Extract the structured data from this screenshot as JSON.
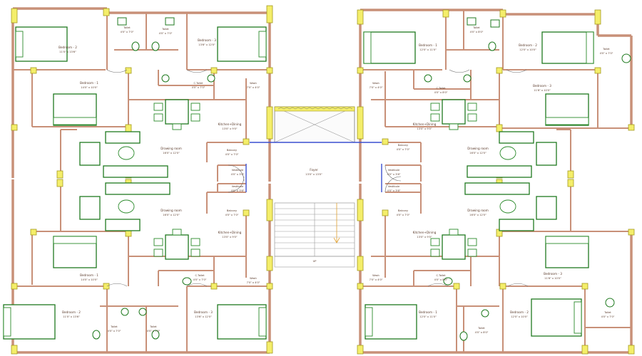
{
  "title": "",
  "rooms": {
    "tl_bed2": {
      "name": "Bedroom - 2",
      "size": "11'0\" x 13'6\""
    },
    "tl_bed3": {
      "name": "Bedroom - 3",
      "size": "13'6\" x 12'0\""
    },
    "tl_toilet1": {
      "name": "Toilet",
      "size": "4'0\" x 7'0\""
    },
    "tl_toilet2": {
      "name": "Toilet",
      "size": "4'0\" x 7'0\""
    },
    "tl_bed1": {
      "name": "Bedroom - 1",
      "size": "14'0\" x 10'0\""
    },
    "tl_ctoilet": {
      "name": "C.Toilet",
      "size": "4'0\" x 7'0\""
    },
    "tl_wash": {
      "name": "Wash",
      "size": "7'0\" x 4'0\""
    },
    "tl_kitchen": {
      "name": "Kitchen+Dining",
      "size": "13'0\" x 9'0\""
    },
    "tl_drawing": {
      "name": "Drawing room",
      "size": "16'0\" x 12'0\""
    },
    "tl_balcony": {
      "name": "Balcony",
      "size": "4'0\" x 7'0\""
    },
    "tl_vestibule": {
      "name": "Vestibule",
      "size": "4'0\" x 3'6\""
    },
    "tr_bed1": {
      "name": "Bedroom - 1",
      "size": "12'0\" x 11'0\""
    },
    "tr_toilet": {
      "name": "Toilet",
      "size": "4'0\" x 8'0\""
    },
    "tr_bed2": {
      "name": "Bedroom - 2",
      "size": "12'0\" x 10'0\""
    },
    "tr_toilet2": {
      "name": "Toilet",
      "size": "4'0\" x 7'0\""
    },
    "tr_wash": {
      "name": "Wash",
      "size": "7'0\" x 4'0\""
    },
    "tr_ctoilet": {
      "name": "C.Toilet",
      "size": "4'0\" x 8'0\""
    },
    "tr_bed3": {
      "name": "Bedroom - 3",
      "size": "11'6\" x 10'0\""
    },
    "tr_kitchen": {
      "name": "Kitchen+Dining",
      "size": "13'0\" x 9'0\""
    },
    "tr_drawing": {
      "name": "Drawing room",
      "size": "16'0\" x 12'0\""
    },
    "tr_balcony": {
      "name": "Balcony",
      "size": "4'0\" x 7'0\""
    },
    "tr_vestibule": {
      "name": "Vestibule",
      "size": "4'0\" x 3'6\""
    },
    "foyer": {
      "name": "Foyer",
      "size": "13'0\" x 13'0\""
    },
    "bl_vestibule": {
      "name": "Vestibule",
      "size": "4'0\" x 3'6\""
    },
    "bl_balcony": {
      "name": "Balcony",
      "size": "4'0\" x 7'0\""
    },
    "bl_drawing": {
      "name": "Drawing room",
      "size": "16'0\" x 12'0\""
    },
    "bl_kitchen": {
      "name": "Kitchen+Dining",
      "size": "13'0\" x 9'0\""
    },
    "bl_bed1": {
      "name": "Bedroom - 1",
      "size": "14'0\" x 10'0\""
    },
    "bl_ctoilet": {
      "name": "C.Toilet",
      "size": "4'0\" x 7'0\""
    },
    "bl_wash": {
      "name": "Wash",
      "size": "7'0\" x 4'0\""
    },
    "bl_bed2": {
      "name": "Bedroom - 2",
      "size": "11'0\" x 13'6\""
    },
    "bl_bed3": {
      "name": "Bedroom - 3",
      "size": "13'6\" x 12'0\""
    },
    "bl_toilet1": {
      "name": "Toilet",
      "size": "4'0\" x 7'0\""
    },
    "bl_toilet2": {
      "name": "Toilet",
      "size": "4'0\" x 7'0\""
    },
    "br_vestibule": {
      "name": "Vestibule",
      "size": "4'0\" x 3'6\""
    },
    "br_balcony": {
      "name": "Balcony",
      "size": "4'0\" x 7'0\""
    },
    "br_drawing": {
      "name": "Drawing room",
      "size": "16'0\" x 12'0\""
    },
    "br_kitchen": {
      "name": "Kitchen+Dining",
      "size": "13'0\" x 9'0\""
    },
    "br_wash": {
      "name": "Wash",
      "size": "7'0\" x 4'0\""
    },
    "br_ctoilet": {
      "name": "C.Toilet",
      "size": "4'0\" x 8'0\""
    },
    "br_bed3": {
      "name": "Bedroom - 3",
      "size": "11'6\" x 10'0\""
    },
    "br_bed1": {
      "name": "Bedroom - 1",
      "size": "12'0\" x 11'0\""
    },
    "br_bed2": {
      "name": "Bedroom - 2",
      "size": "12'0\" x 10'0\""
    },
    "br_toilet": {
      "name": "Toilet",
      "size": "4'0\" x 8'0\""
    },
    "br_toilet2": {
      "name": "Toilet",
      "size": "4'0\" x 7'0\""
    }
  },
  "stair_mark": "UP",
  "colors": {
    "wall": "#c89078",
    "column": "#f4ee6a",
    "furniture": "#1f7a1f",
    "core_line": "#3a4fd0",
    "label": "#5a3a2a"
  }
}
